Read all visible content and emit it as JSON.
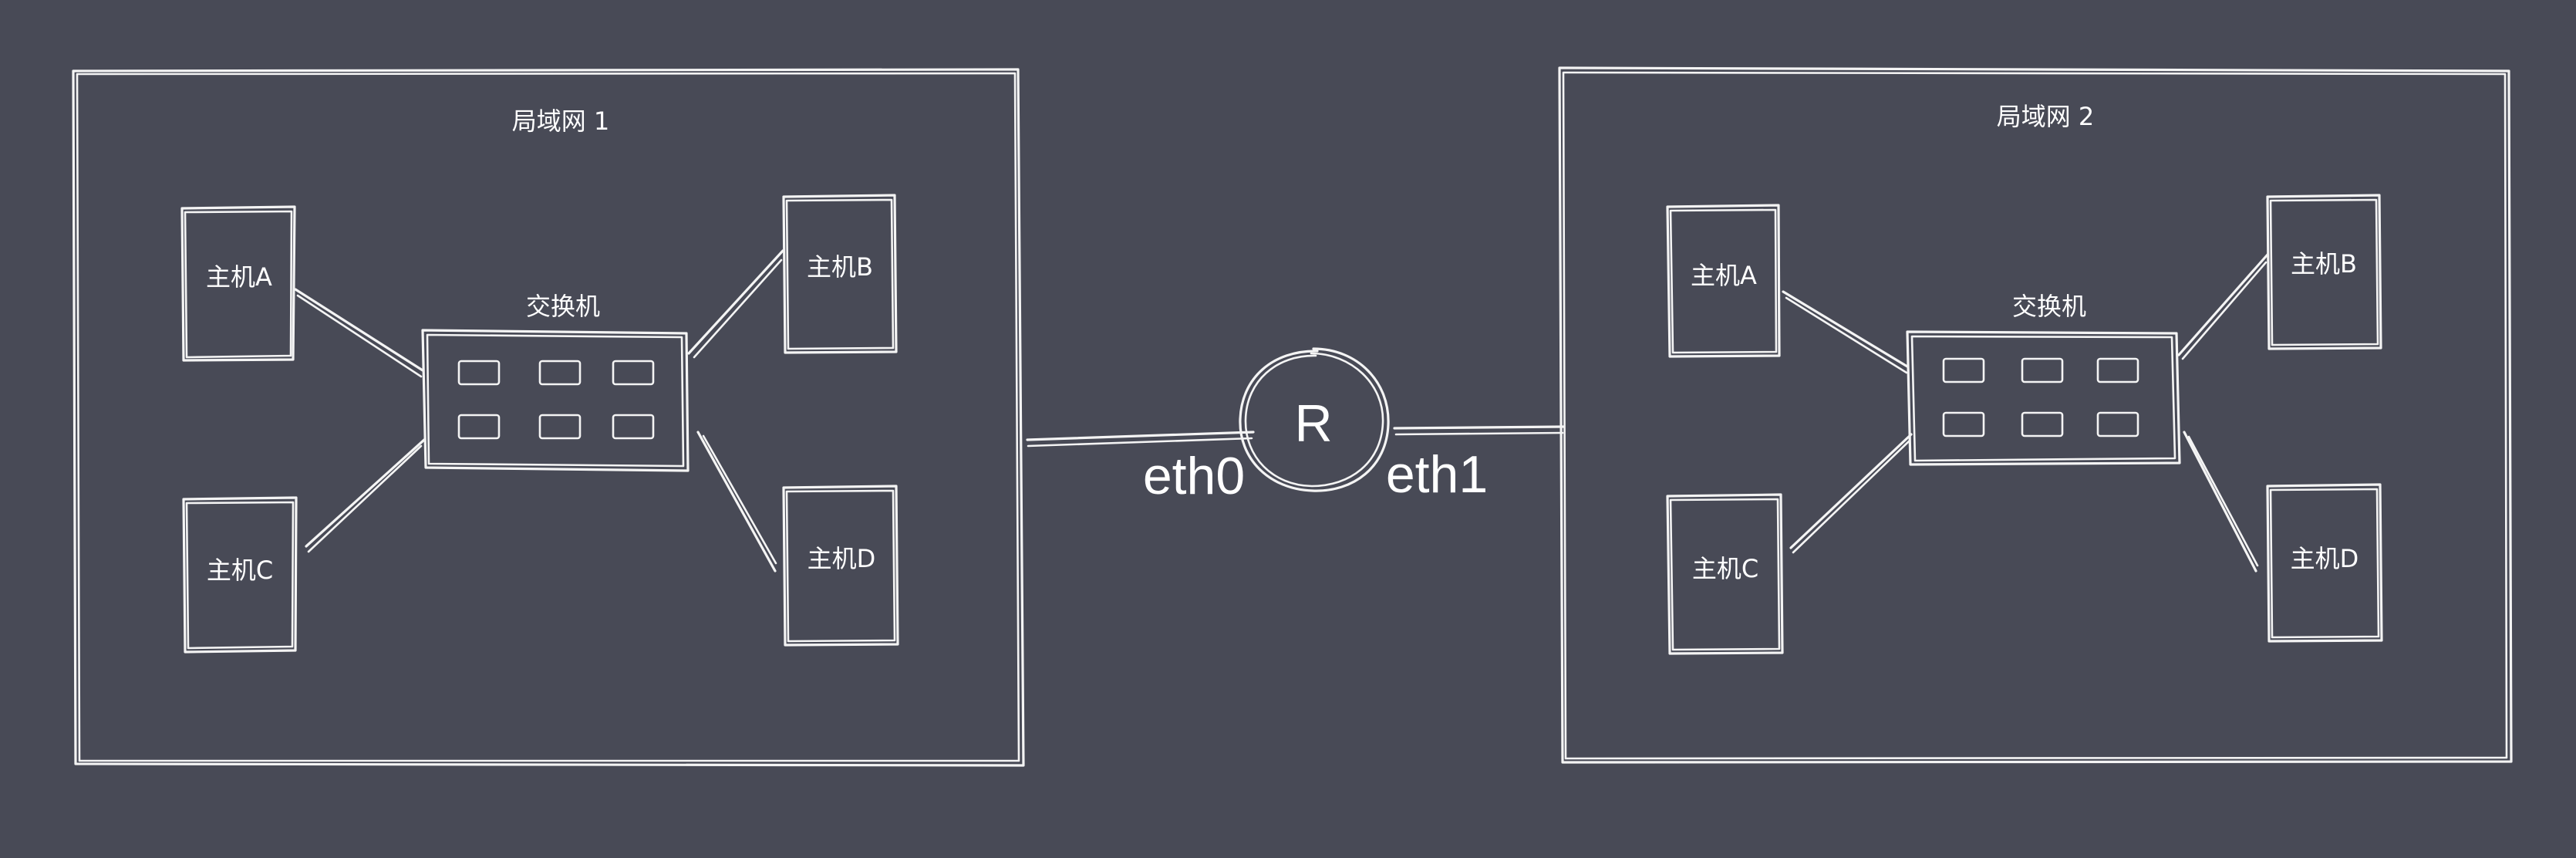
{
  "diagram": {
    "lan1": {
      "title": "局域网 1",
      "switch_label": "交换机",
      "hosts": [
        "主机A",
        "主机B",
        "主机C",
        "主机D"
      ]
    },
    "lan2": {
      "title": "局域网 2",
      "switch_label": "交换机",
      "hosts": [
        "主机A",
        "主机B",
        "主机C",
        "主机D"
      ]
    },
    "router": {
      "label": "R",
      "iface_left": "eth0",
      "iface_right": "eth1"
    }
  },
  "colors": {
    "background": "#484a56",
    "stroke": "#f4f4f4"
  }
}
